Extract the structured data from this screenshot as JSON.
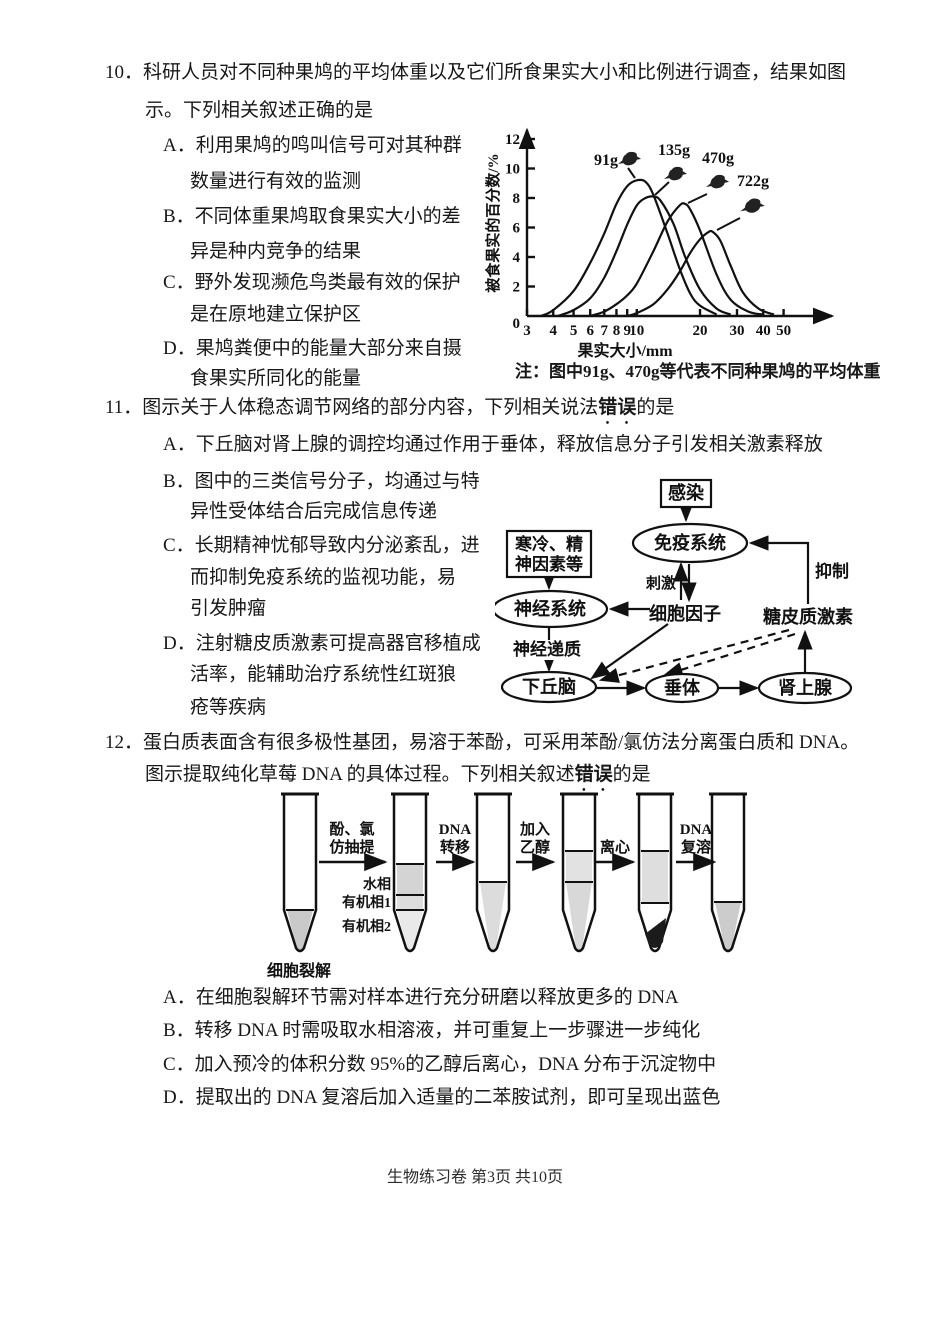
{
  "page": {
    "footer": "生物练习卷 第3页 共10页"
  },
  "q10": {
    "stem1": "10．科研人员对不同种果鸠的平均体重以及它们所食果实大小和比例进行调查，结果如图",
    "stem2": "示。下列相关叙述正确的是",
    "optA1": "A．利用果鸠的鸣叫信号可对其种群",
    "optA2": "数量进行有效的监测",
    "optB1": "B．不同体重果鸠取食果实大小的差",
    "optB2": "异是种内竞争的结果",
    "optC1": "C．野外发现濒危鸟类最有效的保护",
    "optC2": "是在原地建立保护区",
    "optD1": "D．果鸠粪便中的能量大部分来自摄",
    "optD2": "食果实所同化的能量"
  },
  "chart_data": {
    "type": "line",
    "title": "",
    "xlabel": "果实大小/mm",
    "ylabel": "被食果实的百分数/%",
    "x_scale": "log",
    "xlim": [
      3,
      50
    ],
    "ylim": [
      0,
      12
    ],
    "x_ticks": [
      3,
      4,
      5,
      6,
      7,
      8,
      9,
      10,
      20,
      30,
      40,
      50
    ],
    "y_ticks": [
      0,
      2,
      4,
      6,
      8,
      10,
      12
    ],
    "note": "注：图中91g、470g等代表不同种果鸠的平均体重",
    "series": [
      {
        "name": "91g",
        "peak": [
          10,
          9.2
        ],
        "x": [
          3.5,
          4,
          5,
          6,
          7,
          8,
          9,
          10,
          11,
          12,
          14,
          16,
          18,
          20,
          24
        ],
        "y": [
          0,
          0.4,
          1.7,
          3.6,
          5.6,
          7.6,
          8.8,
          9.2,
          9.1,
          8.2,
          5.6,
          3.2,
          1.5,
          0.7,
          0.1
        ]
      },
      {
        "name": "135g",
        "peak": [
          12,
          8.1
        ],
        "x": [
          4.2,
          5,
          6,
          7,
          8,
          9,
          10,
          11,
          12,
          13,
          15,
          17,
          20,
          24,
          28
        ],
        "y": [
          0,
          0.4,
          1.2,
          2.6,
          4.4,
          6.2,
          7.5,
          8.0,
          8.1,
          7.8,
          6.2,
          4.0,
          1.8,
          0.5,
          0.1
        ]
      },
      {
        "name": "470g",
        "peak": [
          16.5,
          7.6
        ],
        "x": [
          6,
          7,
          8,
          9,
          10,
          12,
          14,
          16,
          17,
          18,
          20,
          24,
          28,
          34,
          40
        ],
        "y": [
          0,
          0.3,
          0.8,
          1.4,
          2.2,
          4.4,
          6.4,
          7.5,
          7.6,
          7.2,
          5.8,
          2.8,
          1.1,
          0.3,
          0.1
        ]
      },
      {
        "name": "722g",
        "peak": [
          22.5,
          5.7
        ],
        "x": [
          9,
          10,
          12,
          14,
          16,
          18,
          20,
          22,
          23,
          25,
          28,
          32,
          38,
          45
        ],
        "y": [
          0,
          0.2,
          0.8,
          1.8,
          3.0,
          4.3,
          5.2,
          5.7,
          5.7,
          5.1,
          3.4,
          1.6,
          0.5,
          0.1
        ]
      }
    ]
  },
  "q11": {
    "stem_prefix": "11．图示关于人体稳态调节网络的部分内容，下列相关说法",
    "stem_emph": "错误",
    "stem_suffix": "的是",
    "optA": "A．下丘脑对肾上腺的调控均通过作用于垂体，释放信息分子引发相关激素释放",
    "optB1": "B．图中的三类信号分子，均通过与特",
    "optB2": "异性受体结合后完成信息传递",
    "optC1": "C．长期精神忧郁导致内分泌紊乱，进",
    "optC2": "而抑制免疫系统的监视功能，易",
    "optC3": "引发肿瘤",
    "optD1": "D．注射糖皮质激素可提高器官移植成",
    "optD2": "活率，能辅助治疗系统性红斑狼",
    "optD3": "疮等疾病",
    "diagram": {
      "infection": "感染",
      "immune": "免疫系统",
      "cold1": "寒冷、精",
      "cold2": "神因素等",
      "nerve": "神经系统",
      "cytokine": "细胞因子",
      "gluco": "糖皮质激素",
      "hypothalamus": "下丘脑",
      "pituitary": "垂体",
      "adrenal": "肾上腺",
      "stimulate": "刺激",
      "inhibit": "抑制",
      "neurotransmitter": "神经递质"
    }
  },
  "q12": {
    "stem1": "12．蛋白质表面含有很多极性基团，易溶于苯酚，可采用苯酚/氯仿法分离蛋白质和 DNA。",
    "stem2_prefix": "图示提取纯化草莓 DNA 的具体过程。下列相关叙述",
    "stem2_emph": "错误",
    "stem2_suffix": "的是",
    "optA": "A．在细胞裂解环节需对样本进行充分研磨以释放更多的 DNA",
    "optB": "B．转移 DNA 时需吸取水相溶液，并可重复上一步骤进一步纯化",
    "optC": "C．加入预冷的体积分数 95%的乙醇后离心，DNA 分布于沉淀物中",
    "optD": "D．提取出的 DNA 复溶后加入适量的二苯胺试剂，即可呈现出蓝色",
    "diagram": {
      "step1a": "酚、氯",
      "step1b": "仿抽提",
      "step2a": "DNA",
      "step2b": "转移",
      "step3a": "加入",
      "step3b": "乙醇",
      "step4": "离心",
      "step5a": "DNA",
      "step5b": "复溶",
      "start_label": "细胞裂解",
      "phase1": "水相",
      "phase2": "有机相1",
      "phase3": "有机相2"
    }
  }
}
